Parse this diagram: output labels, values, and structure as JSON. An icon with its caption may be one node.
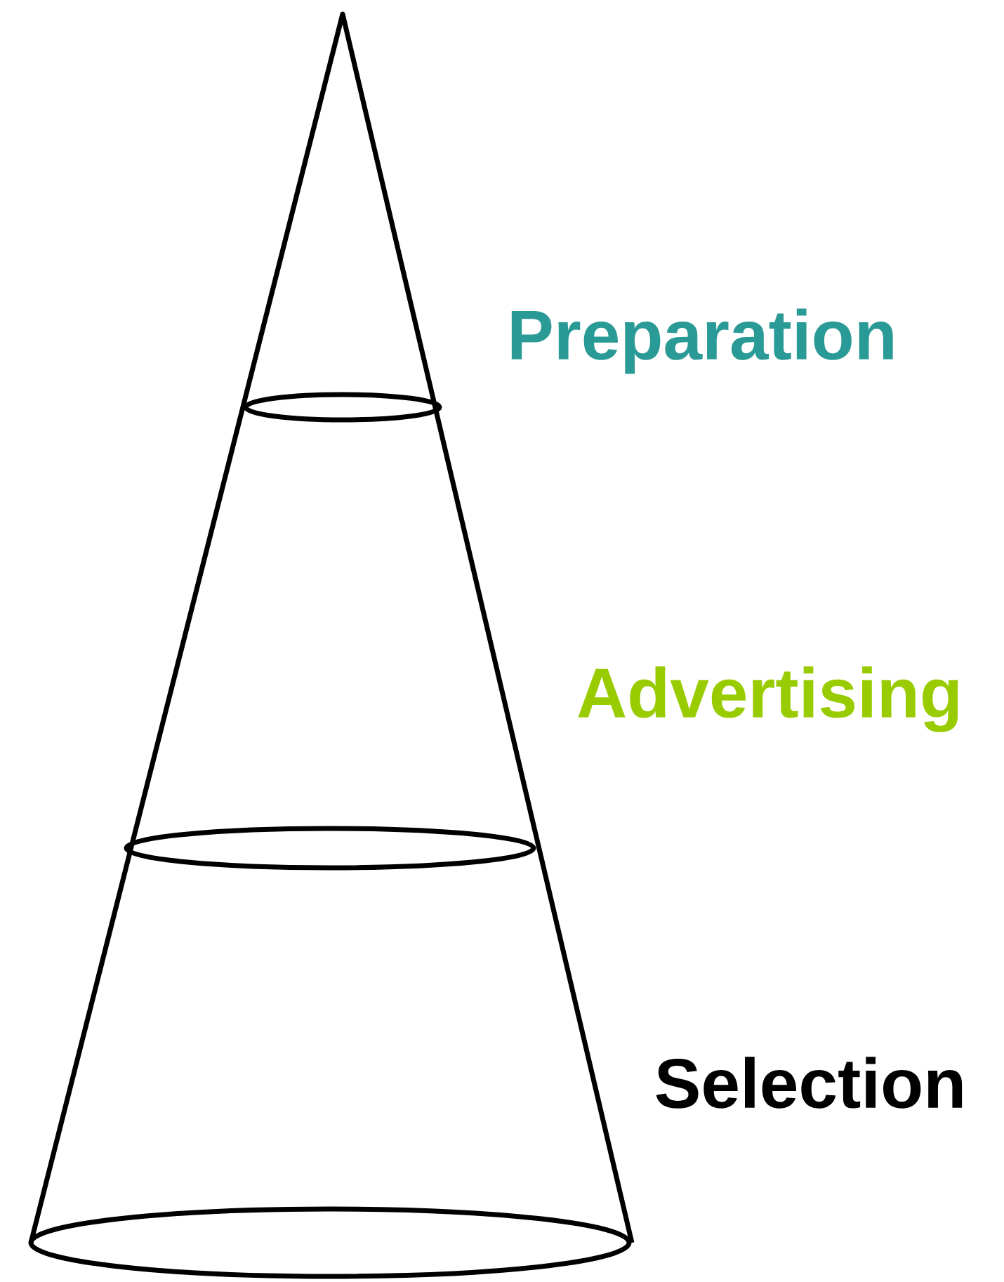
{
  "diagram": {
    "labels": [
      "Preparation",
      "Advertising",
      "Selection"
    ]
  }
}
